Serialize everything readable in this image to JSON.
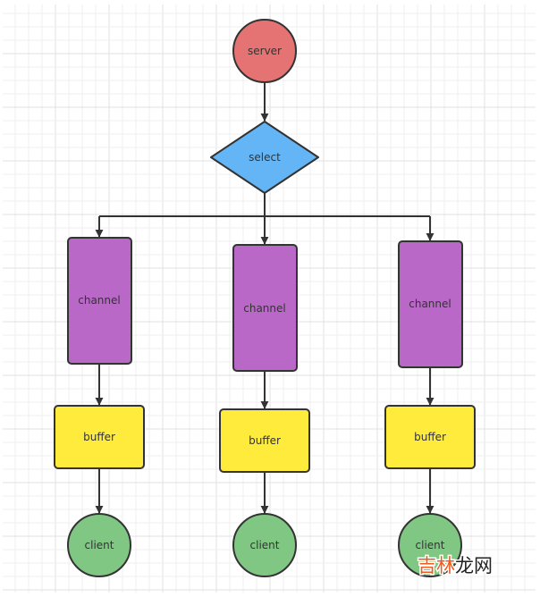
{
  "diagram": {
    "type": "flowchart",
    "colors": {
      "server": "#e57373",
      "select": "#64b5f6",
      "channel": "#ba68c8",
      "buffer": "#ffeb3b",
      "client": "#81c784",
      "stroke": "#333333",
      "grid_minor": "#efefef",
      "grid_major": "#e2e2e2"
    },
    "nodes": {
      "server": {
        "label": "server",
        "shape": "circle"
      },
      "select": {
        "label": "select",
        "shape": "diamond"
      },
      "channels": [
        {
          "label": "channel",
          "shape": "rounded-rect"
        },
        {
          "label": "channel",
          "shape": "rounded-rect"
        },
        {
          "label": "channel",
          "shape": "rounded-rect"
        }
      ],
      "buffers": [
        {
          "label": "buffer",
          "shape": "rounded-rect"
        },
        {
          "label": "buffer",
          "shape": "rounded-rect"
        },
        {
          "label": "buffer",
          "shape": "rounded-rect"
        }
      ],
      "clients": [
        {
          "label": "client",
          "shape": "circle"
        },
        {
          "label": "client",
          "shape": "circle"
        },
        {
          "label": "client",
          "shape": "circle"
        }
      ]
    },
    "edges": [
      {
        "from": "server",
        "to": "select"
      },
      {
        "from": "select",
        "to": "channel-1"
      },
      {
        "from": "select",
        "to": "channel-2"
      },
      {
        "from": "select",
        "to": "channel-3"
      },
      {
        "from": "channel-1",
        "to": "buffer-1"
      },
      {
        "from": "channel-2",
        "to": "buffer-2"
      },
      {
        "from": "channel-3",
        "to": "buffer-3"
      },
      {
        "from": "buffer-1",
        "to": "client-1"
      },
      {
        "from": "buffer-2",
        "to": "client-2"
      },
      {
        "from": "buffer-3",
        "to": "client-3"
      }
    ]
  },
  "watermark": {
    "part1": "吉林",
    "part2": "龙网"
  }
}
